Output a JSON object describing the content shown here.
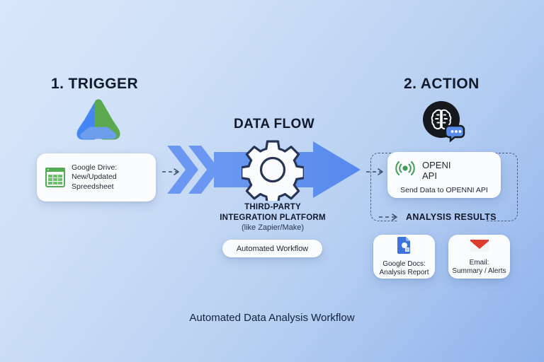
{
  "theme": {
    "bg_from": "#d9e6f9",
    "bg_to": "#8fb2ec",
    "arrow_blue": "#5b8def",
    "arrow_blue_light": "#7ba4f3",
    "dark_navy": "#11192b",
    "green": "#3f9c55",
    "sheets_green": "#53ab55",
    "docs_blue": "#3d73dd",
    "email_red": "#de3b2f"
  },
  "trigger": {
    "heading": "1. TRIGGER",
    "logo_name": "google-drive-logo",
    "card": {
      "icon": "google-sheets-icon",
      "label": "Google Drive:\nNew/Updated\nSpreedsheet"
    }
  },
  "flow": {
    "heading": "DATA FLOW",
    "gear_icon": "gear-icon",
    "platform_line1": "THIRD-PARTY",
    "platform_line2": "INTEGRATION PLATFORM",
    "platform_line3": "(like Zapier/Make)",
    "pill_label": "Automated Workflow"
  },
  "action": {
    "heading": "2. ACTION",
    "badge_icon": "brain-chat-icon",
    "api_card": {
      "icon": "openi-api-icon",
      "title": "OPENI\nAPI",
      "subtitle": "Send Data to OPENNI API"
    },
    "results_label": "ANALYSIS RESULTS",
    "results": [
      {
        "icon": "google-docs-icon",
        "caption": "Google Docs:\nAnalysis Report"
      },
      {
        "icon": "email-icon",
        "caption": "Email:\nSummary / Alerts"
      }
    ]
  },
  "caption": "Automated Data Analysis Workflow"
}
